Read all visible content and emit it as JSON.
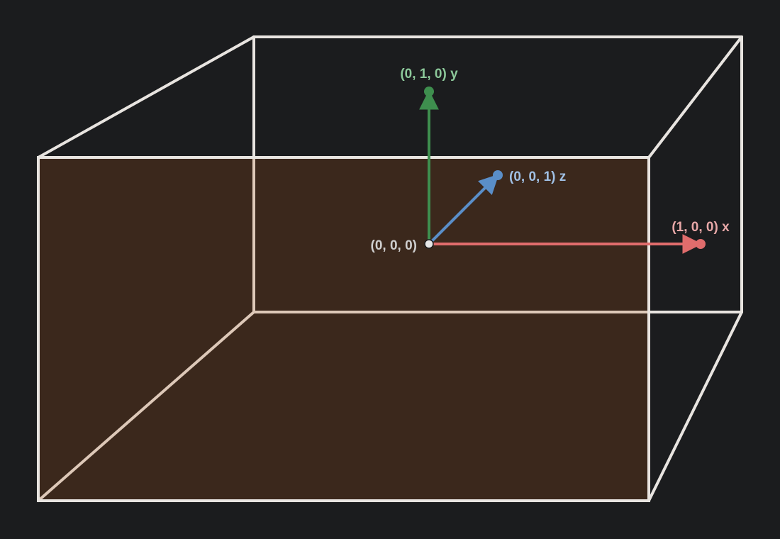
{
  "colors": {
    "background": "#1b1c1e",
    "front_face_fill": "#3b281c",
    "box_edge": "#e8e4e0",
    "rear_edge": "#ddc8b8",
    "x_axis": "#e06c6c",
    "y_axis": "#3e8e4e",
    "z_axis": "#5a8ec8",
    "x_label": "#e8a8a8",
    "y_label": "#8cc89a",
    "z_label": "#a0c0e4",
    "origin_label": "#cfcfcf"
  },
  "labels": {
    "origin": "(0, 0, 0)",
    "x": "(1, 0, 0) x",
    "y": "(0, 1, 0) y",
    "z": "(0, 0, 1) z"
  }
}
